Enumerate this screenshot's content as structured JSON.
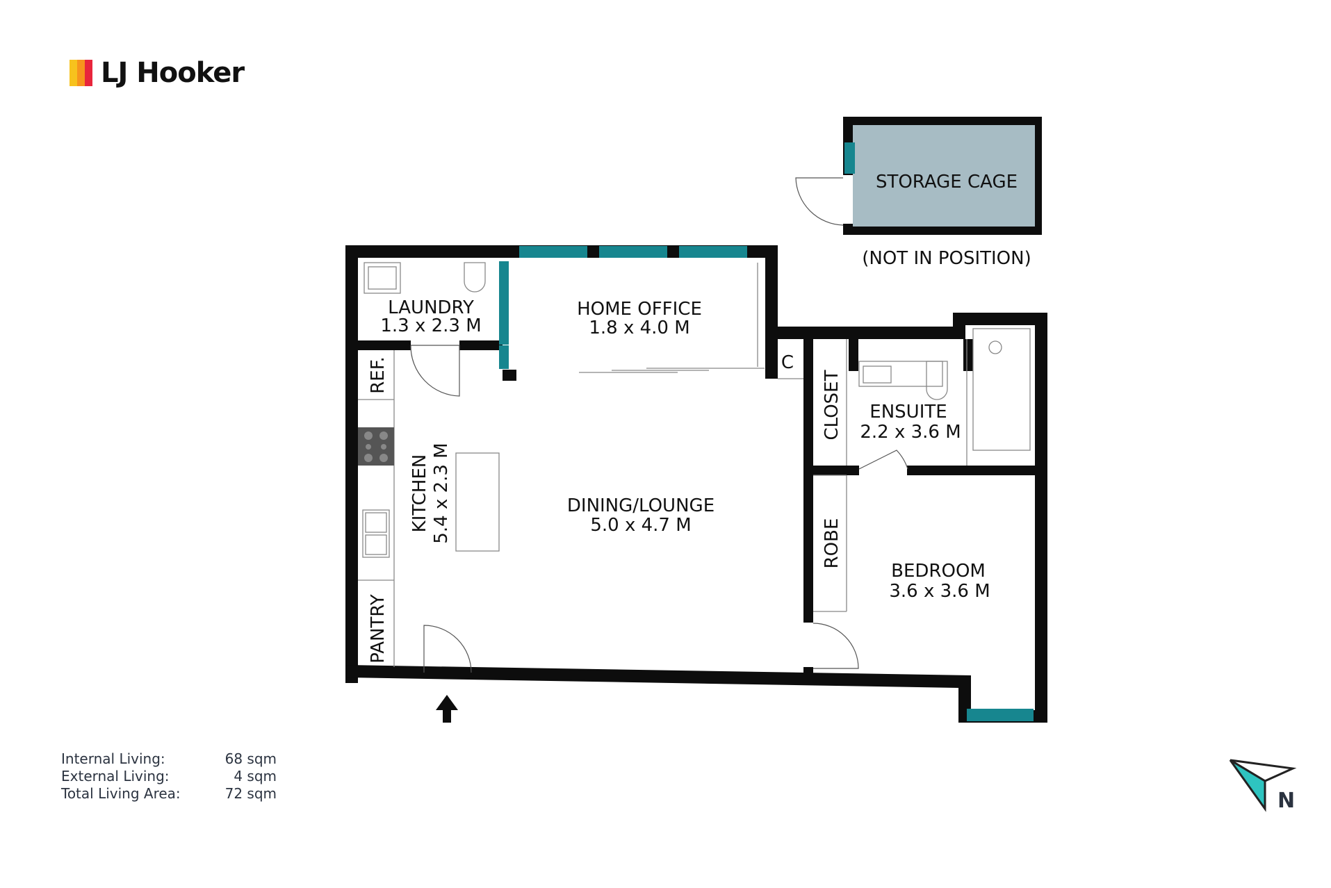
{
  "brand": {
    "name": "LJ Hooker",
    "bar_colors": [
      "#f7c21d",
      "#f7941d",
      "#e8253c"
    ]
  },
  "colors": {
    "wall": "#0d0d0d",
    "window": "#17868f",
    "storage_fill": "#a7bcc4",
    "compass_fill": "#2ec4c0",
    "text": "#111111"
  },
  "rooms": {
    "laundry": {
      "name": "LAUNDRY",
      "dims": "1.3 x 2.3 M"
    },
    "home_office": {
      "name": "HOME OFFICE",
      "dims": "1.8 x 4.0 M"
    },
    "kitchen": {
      "name": "KITCHEN",
      "dims": "5.4 x 2.3 M"
    },
    "dining_lounge": {
      "name": "DINING/LOUNGE",
      "dims": "5.0 x 4.7 M"
    },
    "ensuite": {
      "name": "ENSUITE",
      "dims": "2.2 x 3.6 M"
    },
    "bedroom": {
      "name": "BEDROOM",
      "dims": "3.6 x 3.6 M"
    },
    "storage_cage": {
      "name": "STORAGE CAGE",
      "note": "(NOT IN POSITION)"
    }
  },
  "fixtures": {
    "ref": "REF.",
    "pantry": "PANTRY",
    "closet": "CLOSET",
    "robe": "ROBE",
    "cupboard": "C"
  },
  "areas": [
    {
      "label": "Internal Living:",
      "value": "68 sqm"
    },
    {
      "label": "External Living:",
      "value": "4 sqm"
    },
    {
      "label": "Total Living Area:",
      "value": "72 sqm"
    }
  ],
  "compass": {
    "label": "N"
  }
}
